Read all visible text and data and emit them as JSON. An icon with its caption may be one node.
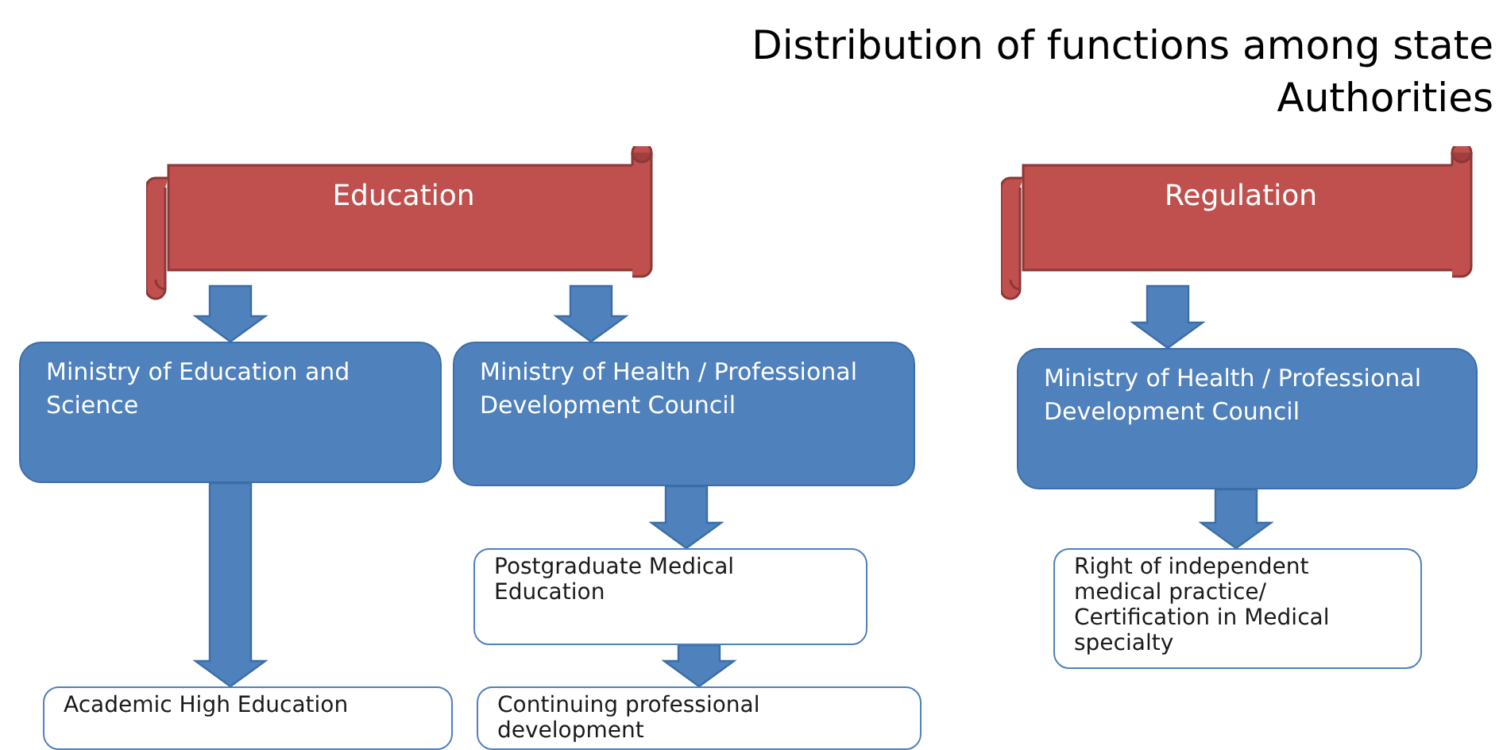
{
  "diagram": {
    "title": "Distribution of functions among state Authorities",
    "nodes": [
      {
        "text": [
          "Education"
        ]
      },
      {
        "text": [
          "Regulation"
        ]
      },
      {
        "text": [
          "Ministry of Education and Science"
        ]
      },
      {
        "text": [
          "Ministry of Health / Professional Development Council"
        ]
      },
      {
        "text": [
          "Ministry of Health / Professional Development Council"
        ]
      },
      {
        "text": [
          "Postgraduate Medical Education"
        ]
      },
      {
        "text": [
          "Right of independent medical practice/ Certification in Medical specialty"
        ]
      },
      {
        "text": [
          "Academic High Education"
        ]
      },
      {
        "text": [
          "Continuing professional development"
        ]
      }
    ],
    "edges": [
      {
        "from": 0,
        "to": 2,
        "arrow": "to",
        "style": "thick"
      },
      {
        "from": 0,
        "to": 3,
        "arrow": "to",
        "style": "thick"
      },
      {
        "from": 1,
        "to": 4,
        "arrow": "to",
        "style": "thick"
      },
      {
        "from": 2,
        "to": 7,
        "arrow": "to",
        "style": "thick"
      },
      {
        "from": 3,
        "to": 5,
        "arrow": "to",
        "style": "thick"
      },
      {
        "from": 5,
        "to": 8,
        "arrow": "to",
        "style": "thick"
      },
      {
        "from": 4,
        "to": 6,
        "arrow": "to",
        "style": "thick"
      }
    ]
  }
}
